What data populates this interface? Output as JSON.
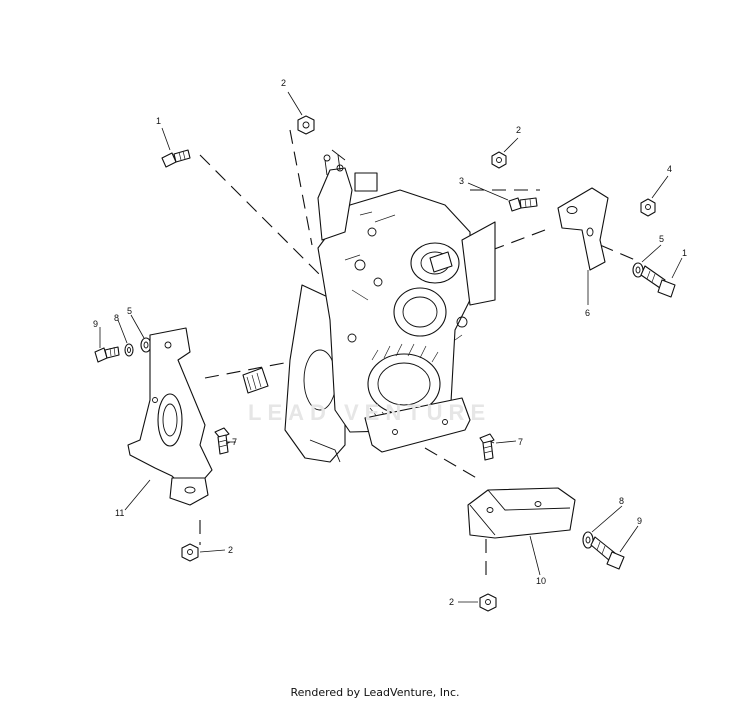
{
  "callouts": {
    "c1a": "1",
    "c1b": "1",
    "c2a": "2",
    "c2b": "2",
    "c2c": "2",
    "c2d": "2",
    "c3": "3",
    "c4": "4",
    "c5a": "5",
    "c5b": "5",
    "c6": "6",
    "c7a": "7",
    "c7b": "7",
    "c8a": "8",
    "c8b": "8",
    "c9a": "9",
    "c9b": "9",
    "c10": "10",
    "c11": "11"
  },
  "footer": {
    "credit": "Rendered by LeadVenture, Inc."
  }
}
